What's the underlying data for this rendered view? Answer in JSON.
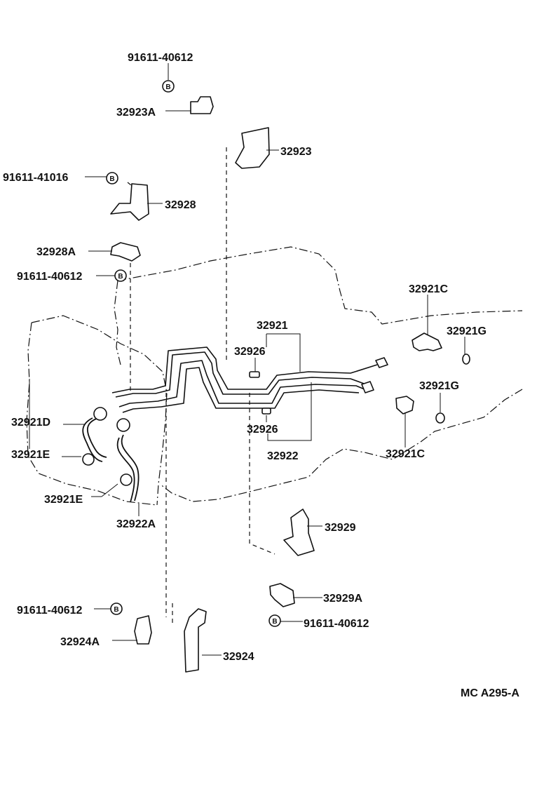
{
  "diagram": {
    "bolt_symbol": "B",
    "drawing_code": "MC A295-A",
    "labels": {
      "bolt_top": "91611-40612",
      "p32923A": "32923A",
      "p32923": "32923",
      "bolt_41016": "91611-41016",
      "p32928": "32928",
      "p32928A": "32928A",
      "bolt_mid_left": "91611-40612",
      "p32921C_top": "32921C",
      "p32921G_top": "32921G",
      "p32921": "32921",
      "p32926_top": "32926",
      "p32921G_mid": "32921G",
      "p32921D": "32921D",
      "p32926_bot": "32926",
      "p32921E_a": "32921E",
      "p32922": "32922",
      "p32921C_bot": "32921C",
      "p32921E_b": "32921E",
      "p32922A": "32922A",
      "p32929": "32929",
      "p32929A": "32929A",
      "bolt_bot_left": "91611-40612",
      "bolt_bot_right": "91611-40612",
      "p32924A": "32924A",
      "p32924": "32924"
    }
  }
}
